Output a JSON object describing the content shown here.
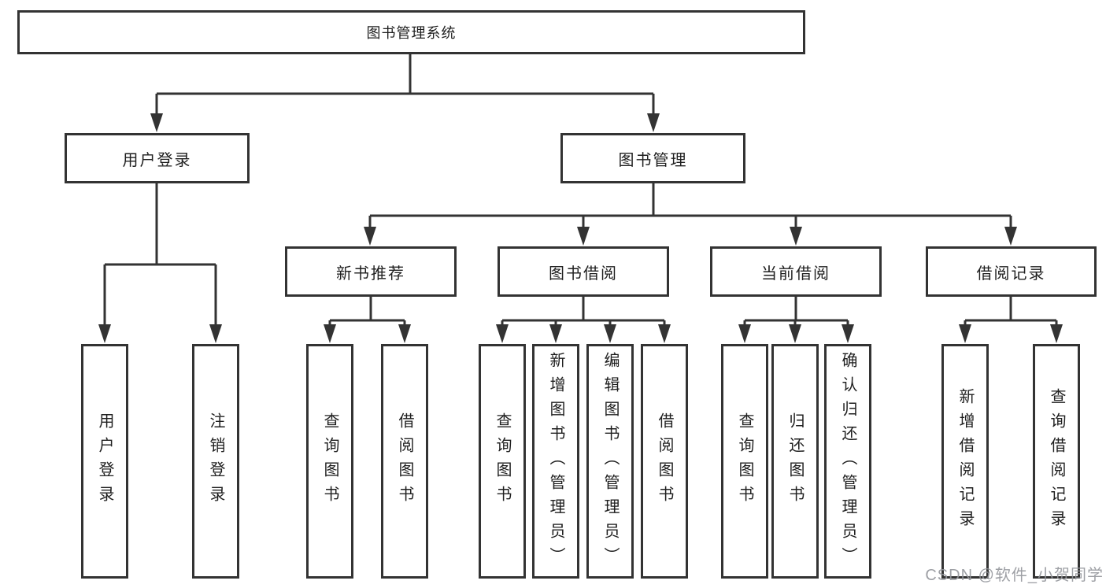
{
  "title": "图书管理系统",
  "watermark": "CSDN @软件_小贺同学",
  "colors": {
    "line": "#333333",
    "box_border": "#333333",
    "box_background": "#ffffff",
    "text": "#1f1f1f",
    "watermark": "#94969b",
    "background": "#ffffff"
  },
  "tree": {
    "root": {
      "label": "图书管理系统"
    },
    "branches": [
      {
        "label": "用户登录",
        "children": [
          {
            "label": "用户登录"
          },
          {
            "label": "注销登录"
          }
        ]
      },
      {
        "label": "图书管理",
        "children": [
          {
            "label": "新书推荐",
            "children": [
              {
                "label": "查询图书"
              },
              {
                "label": "借阅图书"
              }
            ]
          },
          {
            "label": "图书借阅",
            "children": [
              {
                "label": "查询图书"
              },
              {
                "label": "新增图书（管理员）"
              },
              {
                "label": "编辑图书（管理员）"
              },
              {
                "label": "借阅图书"
              }
            ]
          },
          {
            "label": "当前借阅",
            "children": [
              {
                "label": "查询图书"
              },
              {
                "label": "归还图书"
              },
              {
                "label": "确认归还（管理员）"
              }
            ]
          },
          {
            "label": "借阅记录",
            "children": [
              {
                "label": "新增借阅记录"
              },
              {
                "label": "查询借阅记录"
              }
            ]
          }
        ]
      }
    ]
  }
}
